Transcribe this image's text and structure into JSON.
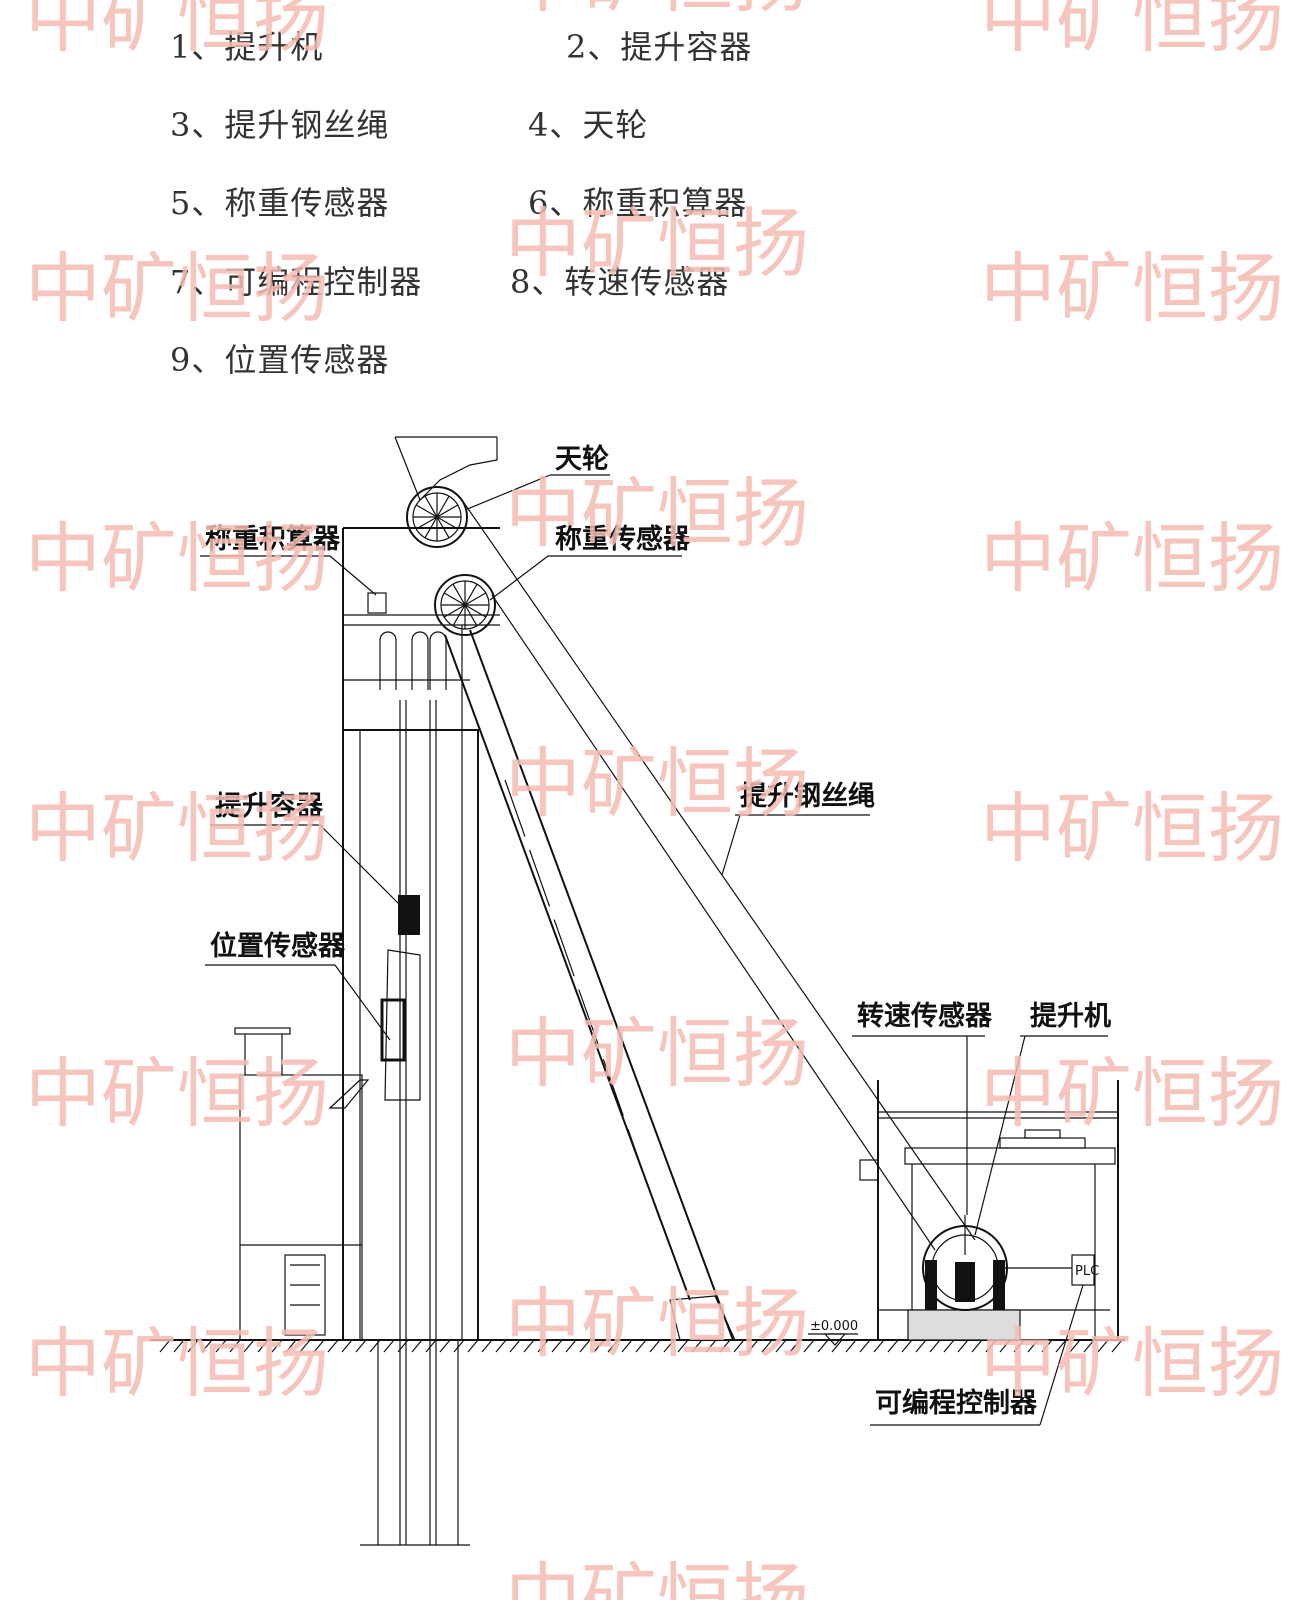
{
  "legend": [
    {
      "label": "1、提升机"
    },
    {
      "label": "2、提升容器"
    },
    {
      "label": "3、提升钢丝绳"
    },
    {
      "label": "4、天轮"
    },
    {
      "label": "5、称重传感器"
    },
    {
      "label": "6、称重积算器"
    },
    {
      "label": "7、可编程控制器"
    },
    {
      "label": "8、转速传感器"
    },
    {
      "label": "9、位置传感器"
    }
  ],
  "diagram": {
    "labels": {
      "sheave": "天轮",
      "integrator": "称重积算器",
      "load_cell": "称重传感器",
      "container": "提升容器",
      "rope": "提升钢丝绳",
      "position_sensor": "位置传感器",
      "speed_sensor": "转速传感器",
      "hoist": "提升机",
      "plc_label": "可编程控制器",
      "plc_box": "PLC",
      "elevation": "±0.000"
    }
  },
  "watermark": "中矿恒扬",
  "colors": {
    "watermark": "#f5bcb2",
    "line": "#111111"
  }
}
